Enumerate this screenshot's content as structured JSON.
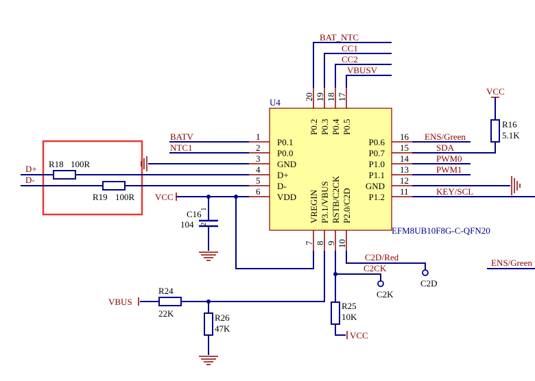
{
  "colors": {
    "wire": "#00008b",
    "pin": "#8b0000",
    "ic_fill": "#ffffa0",
    "ic_stroke": "#8b0000",
    "highlight": "#e53935"
  },
  "ic": {
    "designator": "U4",
    "part": "EFM8UB10F8G-C-QFN20",
    "left_pins": [
      {
        "num": "1",
        "name": "P0.1",
        "net": "BATV"
      },
      {
        "num": "2",
        "name": "P0.0",
        "net": "NTC1"
      },
      {
        "num": "3",
        "name": "GND",
        "net": ""
      },
      {
        "num": "4",
        "name": "D+",
        "net": ""
      },
      {
        "num": "5",
        "name": "D-",
        "net": ""
      },
      {
        "num": "6",
        "name": "VDD",
        "net": ""
      }
    ],
    "right_pins": [
      {
        "num": "16",
        "name": "P0.6",
        "net": "ENS/Green"
      },
      {
        "num": "15",
        "name": "P0.7",
        "net": "SDA"
      },
      {
        "num": "14",
        "name": "P1.0",
        "net": "PWM0"
      },
      {
        "num": "13",
        "name": "P1.1",
        "net": "PWM1"
      },
      {
        "num": "12",
        "name": "GND",
        "net": ""
      },
      {
        "num": "11",
        "name": "P1.2",
        "net": "KEY/SCL"
      }
    ],
    "top_pins": [
      {
        "num": "20",
        "name": "P0.2",
        "net": "BAT_NTC"
      },
      {
        "num": "19",
        "name": "P0.3",
        "net": "CC1"
      },
      {
        "num": "18",
        "name": "P0.4",
        "net": "CC2"
      },
      {
        "num": "17",
        "name": "P0.5",
        "net": "VBUSV"
      }
    ],
    "bottom_pins": [
      {
        "num": "7",
        "name": "VREGIN"
      },
      {
        "num": "8",
        "name": "P3.1/VBUS"
      },
      {
        "num": "9",
        "name": "RSTB/C2CK"
      },
      {
        "num": "10",
        "name": "P2.0/C2D"
      }
    ]
  },
  "components": {
    "r18": {
      "ref": "R18",
      "value": "100R"
    },
    "r19": {
      "ref": "R19",
      "value": "100R"
    },
    "r16": {
      "ref": "R16",
      "value": "5.1K"
    },
    "c16": {
      "ref": "C16",
      "value": "104",
      "pin1": "1",
      "pin2": "2"
    },
    "r24": {
      "ref": "R24",
      "value": "22K"
    },
    "r25": {
      "ref": "R25",
      "value": "10K"
    },
    "r26": {
      "ref": "R26",
      "value": "47K"
    }
  },
  "nets": {
    "dplus": "D+",
    "dminus": "D-",
    "vcc": "VCC",
    "vcc_r16": "VCC",
    "vcc_r25": "VCC",
    "vbus": "VBUS",
    "c2d_red": "C2D/Red",
    "c2ck": "C2CK",
    "c2k_port": "C2K",
    "c2d_port": "C2D",
    "ens_green_far": "ENS/Green"
  }
}
